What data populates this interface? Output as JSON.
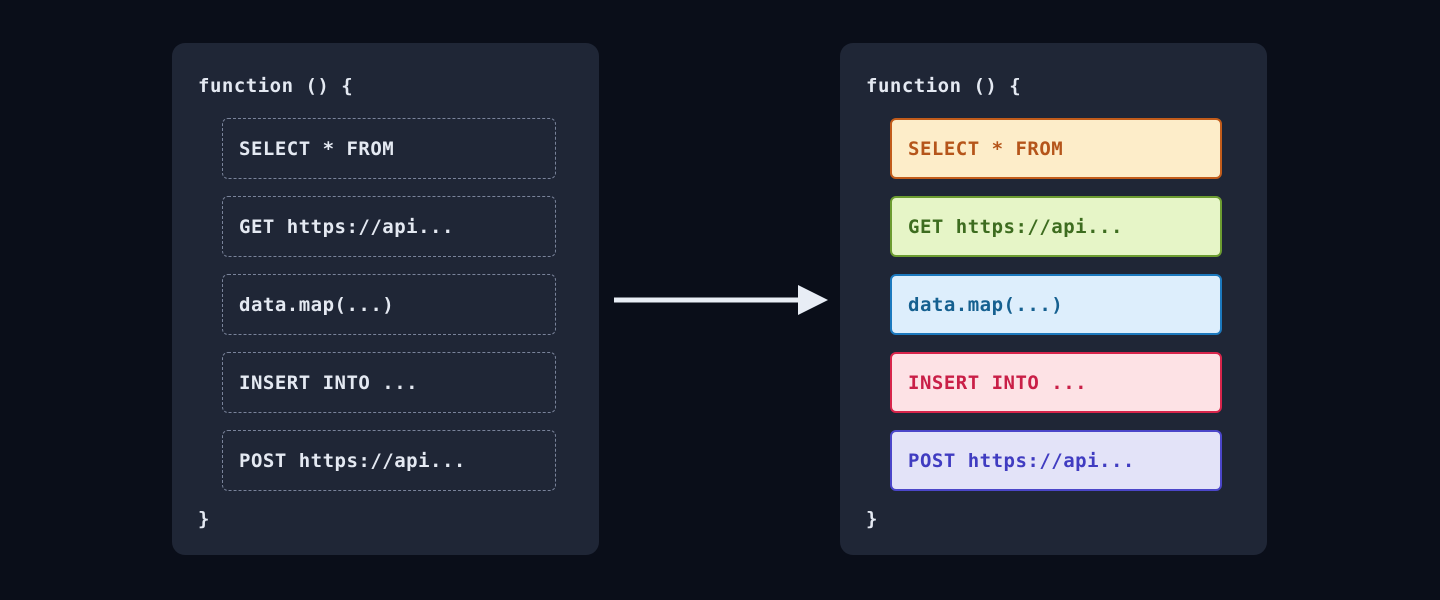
{
  "canvas": {
    "background": "#0a0e19",
    "panel_background": "#1f2636"
  },
  "before_panel": {
    "title": "before-panel",
    "fn_open": "function () {",
    "fn_close": "}",
    "text_color": "#e4e9f2",
    "border_color": "#79839a",
    "statements": [
      {
        "label": "SELECT * FROM"
      },
      {
        "label": "GET https://api..."
      },
      {
        "label": "data.map(...)"
      },
      {
        "label": "INSERT INTO ..."
      },
      {
        "label": "POST https://api..."
      }
    ]
  },
  "after_panel": {
    "title": "after-panel",
    "fn_open": "function () {",
    "fn_close": "}",
    "text_color": "#e4e9f2",
    "statements": [
      {
        "label": "SELECT * FROM",
        "kind": "sql-select",
        "fill": "#fdedc9",
        "border": "#c25c1b",
        "text": "#b5551a"
      },
      {
        "label": "GET https://api...",
        "kind": "http-get",
        "fill": "#e6f5c7",
        "border": "#6c9c31",
        "text": "#3d6c1f"
      },
      {
        "label": "data.map(...)",
        "kind": "transform-map",
        "fill": "#ddeefc",
        "border": "#1c79be",
        "text": "#156090"
      },
      {
        "label": "INSERT INTO ...",
        "kind": "sql-insert",
        "fill": "#fde2e5",
        "border": "#d7254b",
        "text": "#c91f47"
      },
      {
        "label": "POST https://api...",
        "kind": "http-post",
        "fill": "#e3e3f8",
        "border": "#4b46c9",
        "text": "#403cc1"
      }
    ]
  },
  "arrow": {
    "name": "transformation-arrow",
    "color": "#e8edf5"
  }
}
